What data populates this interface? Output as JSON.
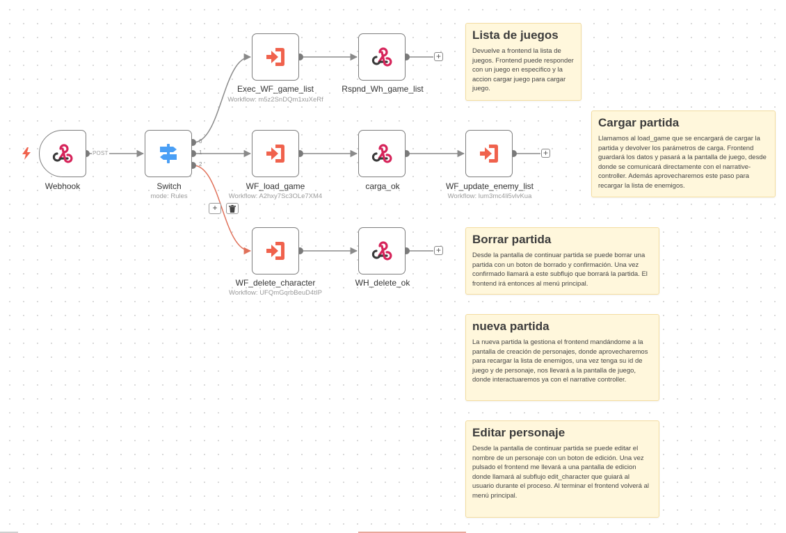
{
  "nodes": {
    "webhook": {
      "label": "Webhook",
      "icon": "webhook-icon"
    },
    "switch": {
      "label": "Switch",
      "subtitle": "mode: Rules",
      "icon": "switch-icon",
      "outputs": [
        "0",
        "1",
        "2"
      ]
    },
    "exec_wf_game_list": {
      "label": "Exec_WF_game_list",
      "subtitle": "Workflow: m5z2SnDQm1xuXeRf",
      "icon": "execute-workflow-icon"
    },
    "rspnd_wh_game_list": {
      "label": "Rspnd_Wh_game_list",
      "icon": "webhook-icon"
    },
    "wf_load_game": {
      "label": "WF_load_game",
      "subtitle": "Workflow: A2hxy7Sc3OLe7XM4",
      "icon": "execute-workflow-icon"
    },
    "carga_ok": {
      "label": "carga_ok",
      "icon": "webhook-icon"
    },
    "wf_update_enemy_list": {
      "label": "WF_update_enemy_list",
      "subtitle": "Workflow: lum3mc4li5vlvKua",
      "icon": "execute-workflow-icon"
    },
    "wf_delete_character": {
      "label": "WF_delete_character",
      "subtitle": "Workflow: UFQmGqrbBeuD4tIP",
      "icon": "execute-workflow-icon"
    },
    "wh_delete_ok": {
      "label": "WH_delete_ok",
      "icon": "webhook-icon"
    }
  },
  "connection_labels": {
    "webhook_to_switch": "POST"
  },
  "edge_toolbar": {
    "add": "+",
    "delete": "🗑"
  },
  "add_buttons": [
    "+",
    "+",
    "+"
  ],
  "sticky_notes": [
    {
      "title": "Lista de juegos",
      "body": "Devuelve a frontend la lista de juegos. Frontend puede responder con un juego en especifico y la accion cargar juego para cargar juego."
    },
    {
      "title": "Cargar partida",
      "body": "Llamamos al load_game que se encargará de cargar la partida y devolver los parámetros de carga. Frontend guardará los datos y pasará a la pantalla de juego, desde donde se comunicará directamente con el narrative-controller. Además aprovecharemos este paso para recargar la lista de enemigos."
    },
    {
      "title": "Borrar partida",
      "body": "Desde la pantalla de continuar partida se puede borrar una partida con un boton de borrado y confirmación. Una vez confirmado llamará a este subflujo que borrará la partida. El frontend irá entonces al menú principal."
    },
    {
      "title": "nueva partida",
      "body": "La nueva partida la gestiona el frontend mandándome a la pantalla de creación de personajes, donde aprovecharemos para recargar la lista de enemigos, una vez tenga su id de juego y de personaje, nos llevará a la pantalla de juego, donde interactuaremos ya con el narrative controller."
    },
    {
      "title": "Editar personaje",
      "body": "Desde la pantalla de continuar partida se puede editar el nombre de un personaje con un boton de edición. Una vez pulsado el frontend me llevará a una pantalla de edicion donde llamará al subflujo edit_character que guiará al usuario durante el proceso. Al terminar el frontend volverá al menú principal."
    }
  ],
  "colors": {
    "wire": "#8a8a8a",
    "wire_hover": "#e0715a",
    "execute_workflow": "#f0624d",
    "webhook_red": "#d6245a",
    "webhook_dark": "#3a3a3a",
    "switch_blue": "#4a9ff5",
    "sticky_bg": "#fff7dc",
    "trigger_bolt": "#f0624d"
  }
}
